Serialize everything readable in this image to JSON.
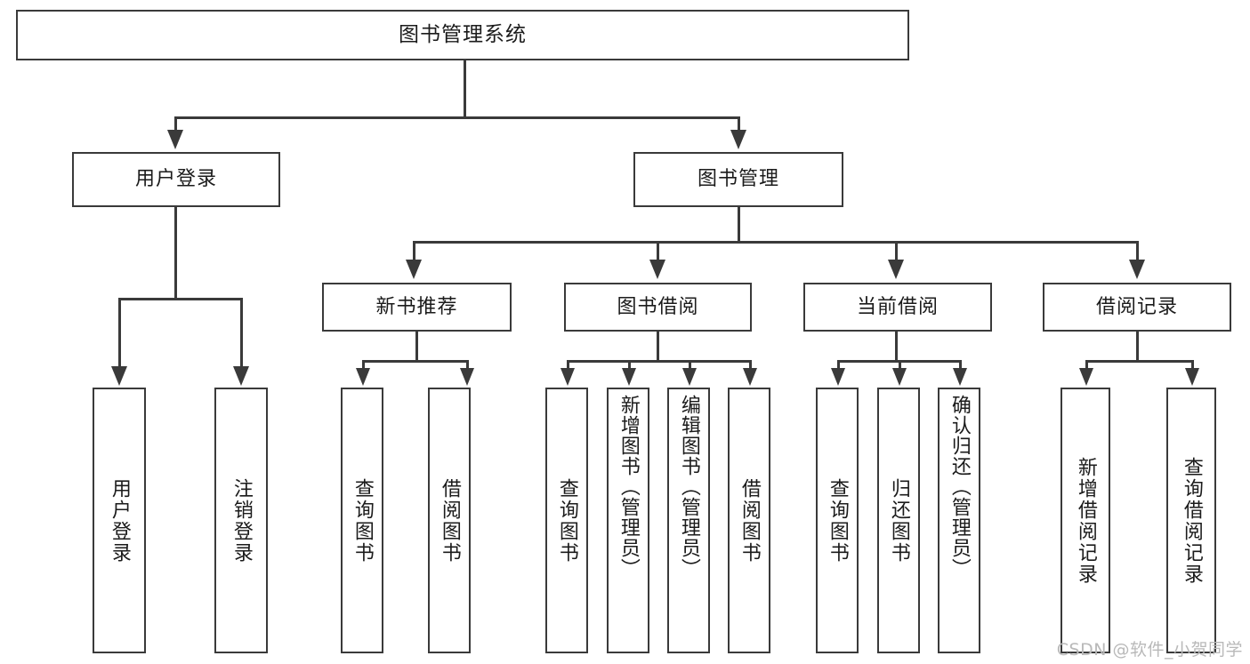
{
  "diagram": {
    "title": "图书管理系统",
    "type": "hierarchy-tree",
    "root": {
      "id": "root",
      "label": "图书管理系统",
      "level": 0
    },
    "level2": [
      {
        "id": "user-login",
        "label": "用户登录",
        "level": 1
      },
      {
        "id": "book-management",
        "label": "图书管理",
        "level": 1
      }
    ],
    "level3": [
      {
        "id": "new-book-recommend",
        "label": "新书推荐",
        "level": 2,
        "parent": "book-management"
      },
      {
        "id": "book-borrow",
        "label": "图书借阅",
        "level": 2,
        "parent": "book-management"
      },
      {
        "id": "current-borrow",
        "label": "当前借阅",
        "level": 2,
        "parent": "book-management"
      },
      {
        "id": "borrow-record",
        "label": "借阅记录",
        "level": 2,
        "parent": "book-management"
      }
    ],
    "leaves": [
      {
        "id": "leaf-user-login",
        "label": "用户登录",
        "parent": "user-login"
      },
      {
        "id": "leaf-logout",
        "label": "注销登录",
        "parent": "user-login"
      },
      {
        "id": "leaf-query-book-1",
        "label": "查询图书",
        "parent": "new-book-recommend"
      },
      {
        "id": "leaf-borrow-book-1",
        "label": "借阅图书",
        "parent": "new-book-recommend"
      },
      {
        "id": "leaf-query-book-2",
        "label": "查询图书",
        "parent": "book-borrow"
      },
      {
        "id": "leaf-add-book",
        "label": "新增图书（管理员）",
        "parent": "book-borrow"
      },
      {
        "id": "leaf-edit-book",
        "label": "编辑图书（管理员）",
        "parent": "book-borrow"
      },
      {
        "id": "leaf-borrow-book-2",
        "label": "借阅图书",
        "parent": "book-borrow"
      },
      {
        "id": "leaf-query-book-3",
        "label": "查询图书",
        "parent": "current-borrow"
      },
      {
        "id": "leaf-return-book",
        "label": "归还图书",
        "parent": "current-borrow"
      },
      {
        "id": "leaf-confirm-return",
        "label": "确认归还（管理员）",
        "parent": "current-borrow"
      },
      {
        "id": "leaf-add-record",
        "label": "新增借阅记录",
        "parent": "borrow-record"
      },
      {
        "id": "leaf-query-record",
        "label": "查询借阅记录",
        "parent": "borrow-record"
      }
    ]
  },
  "watermark": {
    "text": "CSDN @软件_小贺同学"
  },
  "colors": {
    "stroke": "#3a3a3a",
    "fill": "#ffffff",
    "text": "#1b1b1b",
    "watermark": "#b9b9b9"
  }
}
